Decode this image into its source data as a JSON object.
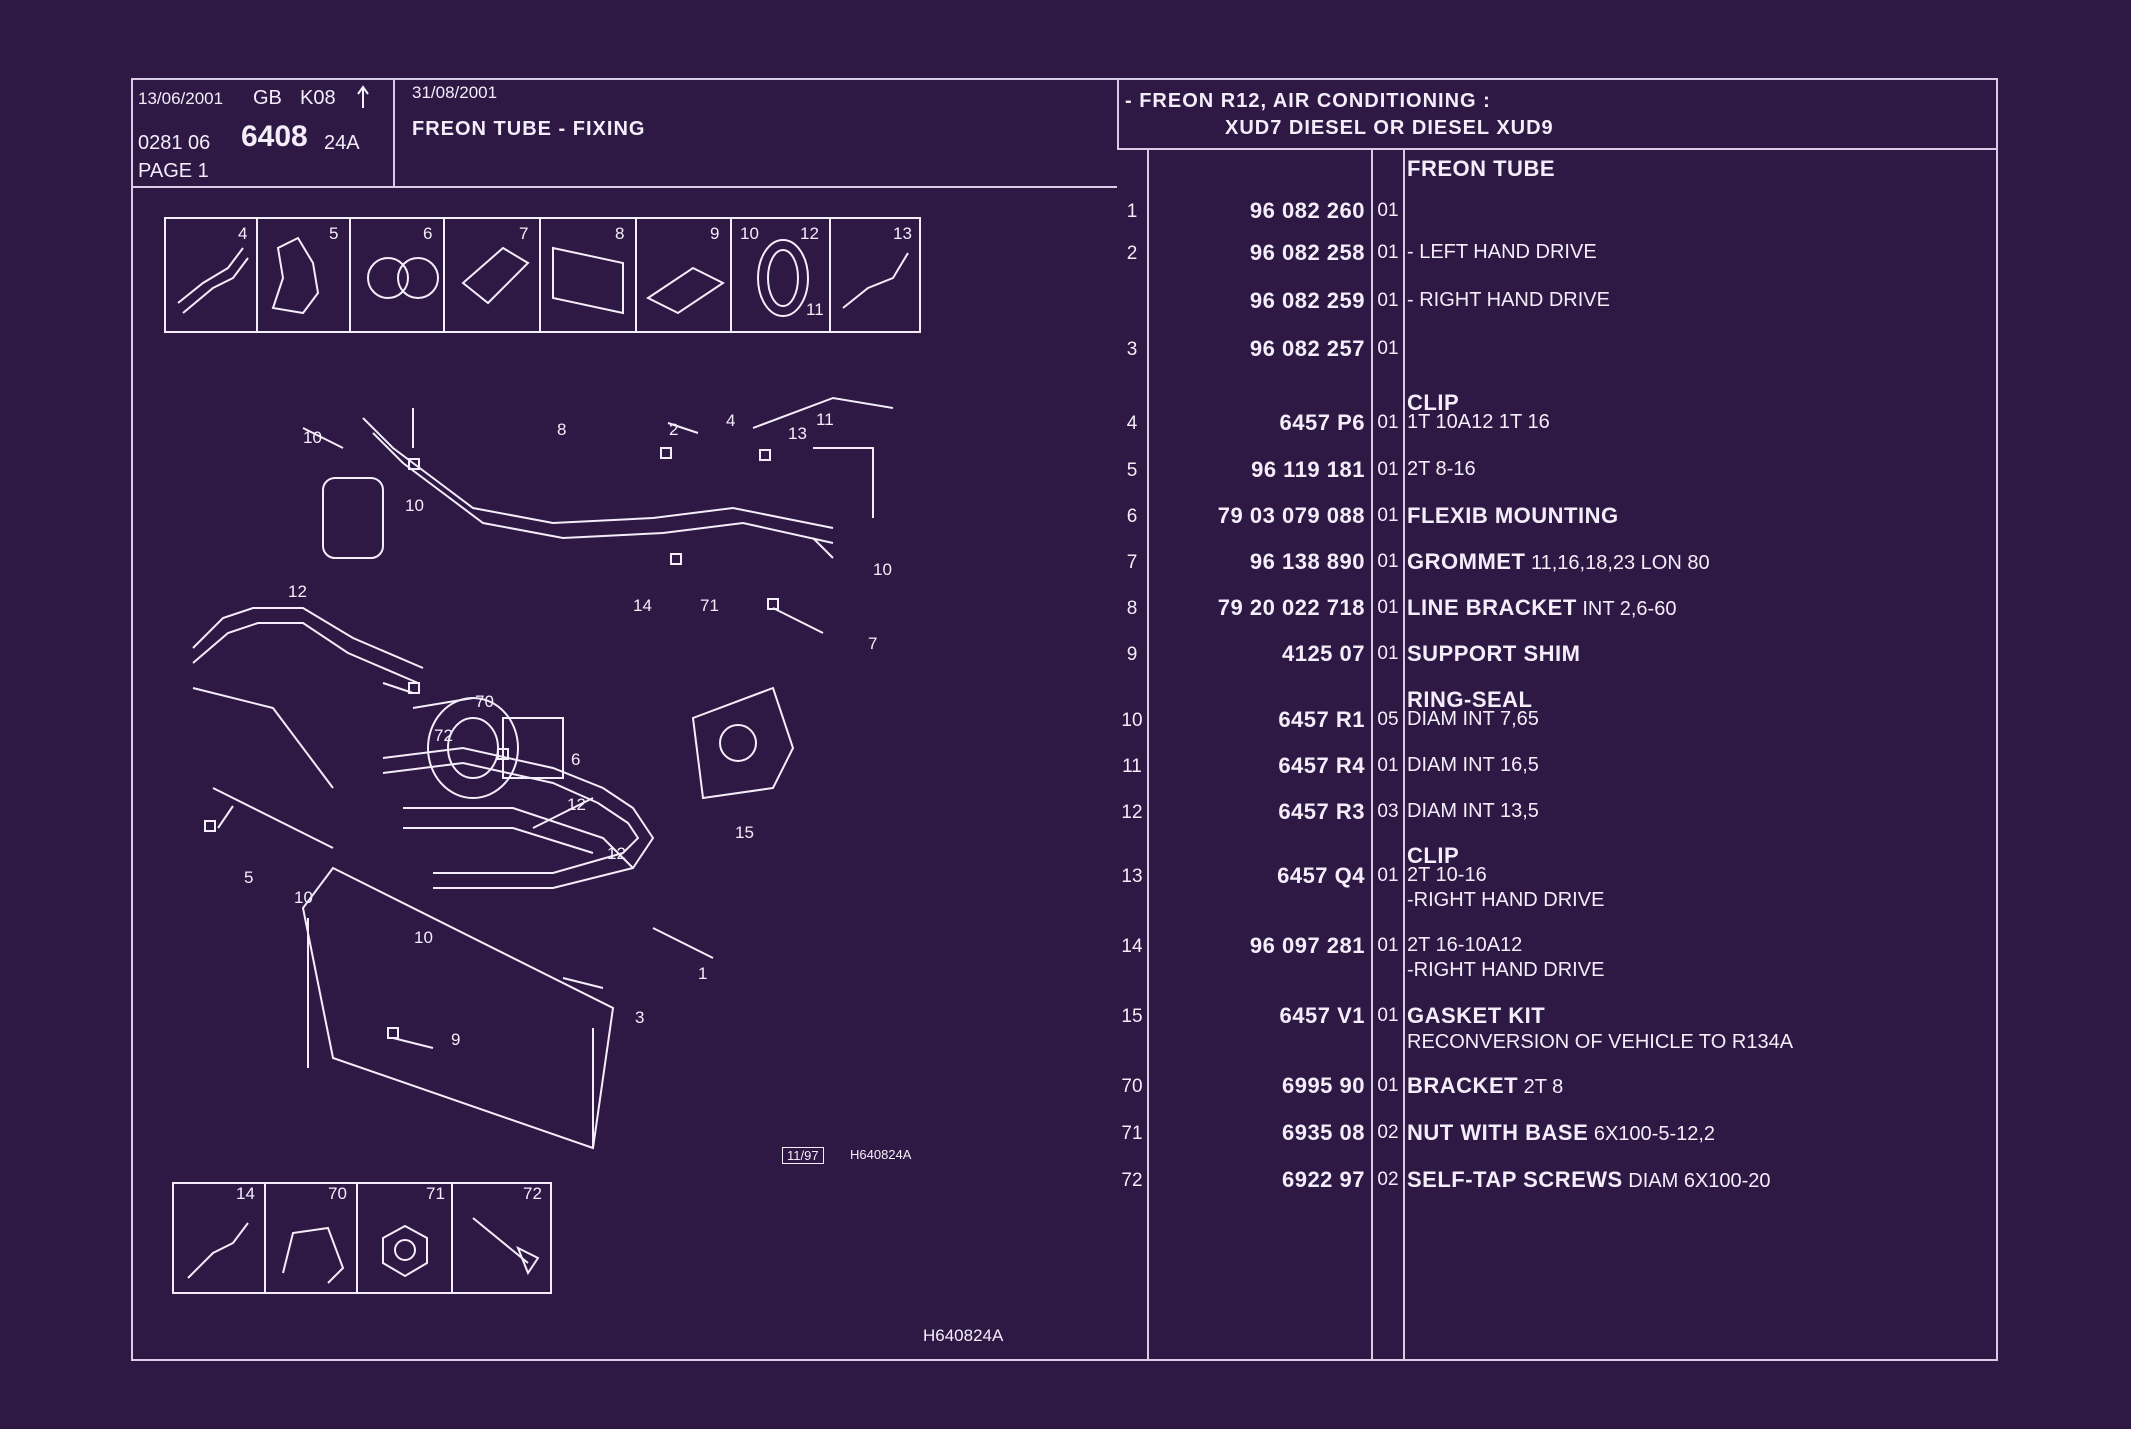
{
  "header": {
    "issue_date": "13/06/2001",
    "lang": "GB",
    "section": "K08",
    "ref_prefix": "0281 06",
    "ref_main": "6408",
    "ref_suffix": "24A",
    "page": "PAGE 1",
    "update_date": "31/08/2001",
    "title": "FREON TUBE - FIXING",
    "application_line1": "- FREON R12, AIR CONDITIONING :",
    "application_line2": "XUD7 DIESEL OR  DIESEL XUD9"
  },
  "diagram": {
    "top_strip_labels": [
      "4",
      "5",
      "6",
      "7",
      "8",
      "9",
      "10",
      "12",
      "13",
      "11"
    ],
    "bottom_strip_labels": [
      "14",
      "70",
      "71",
      "72"
    ],
    "callouts": [
      "10",
      "8",
      "2",
      "4",
      "13",
      "11",
      "10",
      "10",
      "12",
      "14",
      "71",
      "7",
      "70",
      "72",
      "6",
      "12",
      "12",
      "5",
      "15",
      "10",
      "10",
      "1",
      "3",
      "9"
    ],
    "revision_box": "11/97",
    "figure_code_small": "H640824A",
    "figure_code": "H640824A"
  },
  "parts": [
    {
      "idx": "",
      "pn": "",
      "qty": "",
      "lines": [
        {
          "b": "FREON TUBE",
          "t": ""
        }
      ]
    },
    {
      "idx": "1",
      "pn": "96 082 260",
      "qty": "01",
      "lines": []
    },
    {
      "idx": "2",
      "pn": "96 082 258",
      "qty": "01",
      "lines": [
        {
          "b": "",
          "t": "-     LEFT HAND DRIVE"
        }
      ]
    },
    {
      "idx": "",
      "pn": "96 082 259",
      "qty": "01",
      "lines": [
        {
          "b": "",
          "t": "-     RIGHT HAND DRIVE"
        }
      ]
    },
    {
      "idx": "3",
      "pn": "96 082 257",
      "qty": "01",
      "lines": []
    },
    {
      "idx": "",
      "pn": "",
      "qty": "",
      "lines": [
        {
          "b": "CLIP",
          "t": ""
        }
      ]
    },
    {
      "idx": "4",
      "pn": "6457 P6",
      "qty": "01",
      "lines": [
        {
          "b": "",
          "t": "1T 10A12 1T 16"
        }
      ]
    },
    {
      "idx": "5",
      "pn": "96 119 181",
      "qty": "01",
      "lines": [
        {
          "b": "",
          "t": "2T 8-16"
        }
      ]
    },
    {
      "idx": "6",
      "pn": "79 03 079 088",
      "qty": "01",
      "lines": [
        {
          "b": "FLEXIB MOUNTING",
          "t": ""
        }
      ]
    },
    {
      "idx": "7",
      "pn": "96 138 890",
      "qty": "01",
      "lines": [
        {
          "b": "GROMMET",
          "t": " 11,16,18,23 LON 80"
        }
      ]
    },
    {
      "idx": "8",
      "pn": "79 20 022 718",
      "qty": "01",
      "lines": [
        {
          "b": "LINE BRACKET",
          "t": " INT 2,6-60"
        }
      ]
    },
    {
      "idx": "9",
      "pn": "4125 07",
      "qty": "01",
      "lines": [
        {
          "b": "SUPPORT SHIM",
          "t": ""
        }
      ]
    },
    {
      "idx": "",
      "pn": "",
      "qty": "",
      "lines": [
        {
          "b": "RING-SEAL",
          "t": ""
        }
      ]
    },
    {
      "idx": "10",
      "pn": "6457 R1",
      "qty": "05",
      "lines": [
        {
          "b": "",
          "t": "DIAM INT 7,65"
        }
      ]
    },
    {
      "idx": "11",
      "pn": "6457 R4",
      "qty": "01",
      "lines": [
        {
          "b": "",
          "t": "DIAM INT 16,5"
        }
      ]
    },
    {
      "idx": "12",
      "pn": "6457 R3",
      "qty": "03",
      "lines": [
        {
          "b": "",
          "t": "DIAM INT 13,5"
        }
      ]
    },
    {
      "idx": "",
      "pn": "",
      "qty": "",
      "lines": [
        {
          "b": "CLIP",
          "t": ""
        }
      ]
    },
    {
      "idx": "13",
      "pn": "6457 Q4",
      "qty": "01",
      "lines": [
        {
          "b": "",
          "t": "2T 10-16"
        },
        {
          "b": "",
          "t": "-RIGHT HAND DRIVE"
        }
      ]
    },
    {
      "idx": "14",
      "pn": "96 097 281",
      "qty": "01",
      "lines": [
        {
          "b": "",
          "t": "2T 16-10A12"
        },
        {
          "b": "",
          "t": "-RIGHT HAND DRIVE"
        }
      ]
    },
    {
      "idx": "15",
      "pn": "6457 V1",
      "qty": "01",
      "lines": [
        {
          "b": "GASKET KIT",
          "t": ""
        },
        {
          "b": "",
          "t": "RECONVERSION OF VEHICLE TO R134A"
        }
      ]
    },
    {
      "idx": "70",
      "pn": "6995 90",
      "qty": "01",
      "lines": [
        {
          "b": "BRACKET",
          "t": " 2T 8"
        }
      ]
    },
    {
      "idx": "71",
      "pn": "6935 08",
      "qty": "02",
      "lines": [
        {
          "b": "NUT WITH BASE",
          "t": " 6X100-5-12,2"
        }
      ]
    },
    {
      "idx": "72",
      "pn": "6922 97",
      "qty": "02",
      "lines": [
        {
          "b": "SELF-TAP SCREWS",
          "t": " DIAM 6X100-20"
        }
      ]
    }
  ],
  "colors": {
    "background": "#2e1844",
    "ink": "#f4eefa",
    "rule": "#d8cce6"
  }
}
